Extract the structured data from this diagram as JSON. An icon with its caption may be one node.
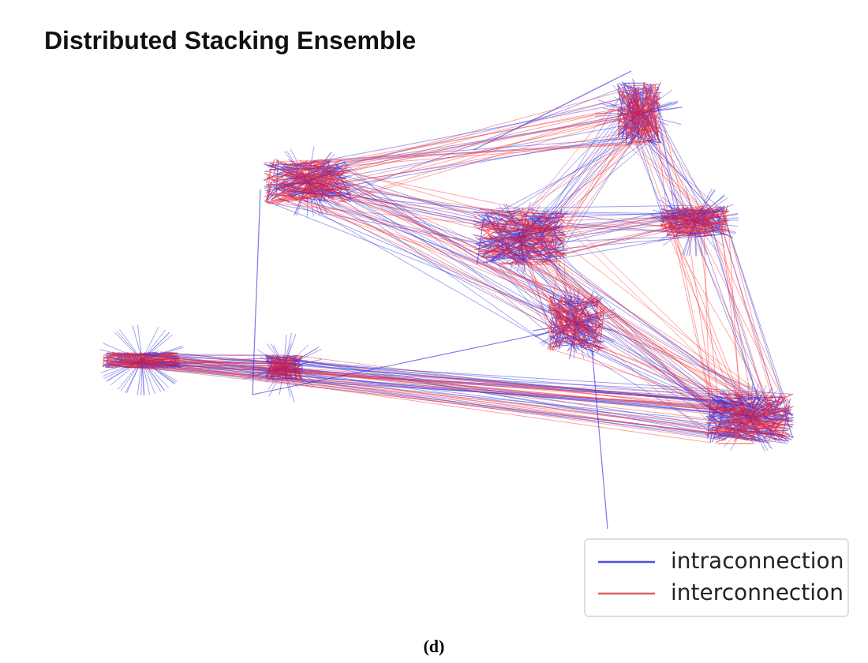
{
  "diagram": {
    "title": "Distributed Stacking Ensemble",
    "caption": "(d)",
    "legend": [
      {
        "text": "intraconnection"
      },
      {
        "text": "interconnection"
      }
    ]
  }
}
